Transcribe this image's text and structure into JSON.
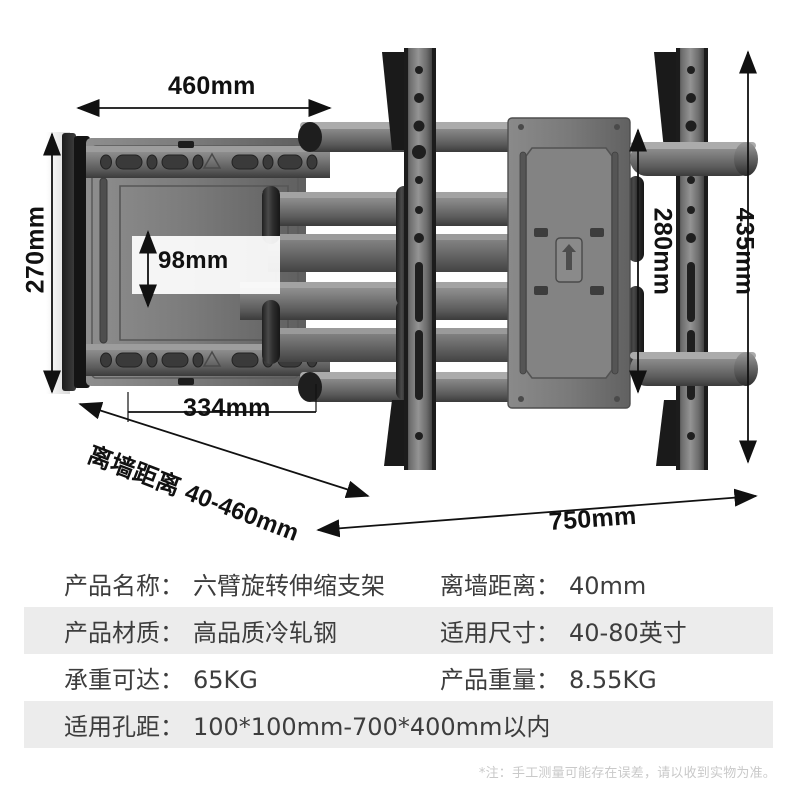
{
  "diagram": {
    "title": "six-arm swivel retractable TV wall mount technical drawing",
    "dimensions": {
      "width_top": "460mm",
      "plate_height": "270mm",
      "arm_gap": "98mm",
      "plate_width": "334mm",
      "wall_distance": "离墙距离 40-460mm",
      "overall_width": "750mm",
      "vesa_height": "280mm",
      "rail_height": "435mm"
    },
    "colors": {
      "metal_dark": "#2b2b2b",
      "metal_mid": "#6f6f6f",
      "metal_light": "#a9a9a9",
      "line": "#111111"
    }
  },
  "spec": {
    "rows": [
      {
        "shaded": false,
        "left_label": "产品名称：",
        "left_value": "六臂旋转伸缩支架",
        "right_label": "离墙距离：",
        "right_value": "40mm"
      },
      {
        "shaded": true,
        "left_label": "产品材质：",
        "left_value": "高品质冷轧钢",
        "right_label": "适用尺寸：",
        "right_value": "40-80英寸"
      },
      {
        "shaded": false,
        "left_label": "承重可达：",
        "left_value": "65KG",
        "right_label": "产品重量：",
        "right_value": "8.55KG"
      },
      {
        "shaded": true,
        "left_label": "适用孔距：",
        "left_value": "100*100mm-700*400mm以内",
        "right_label": "",
        "right_value": ""
      }
    ],
    "row_bg_shaded": "#ececec",
    "text_color": "#3d3d3d"
  },
  "footnote": {
    "text": "*注：手工测量可能存在误差，请以收到实物为准。",
    "color": "#c9c9c9"
  }
}
